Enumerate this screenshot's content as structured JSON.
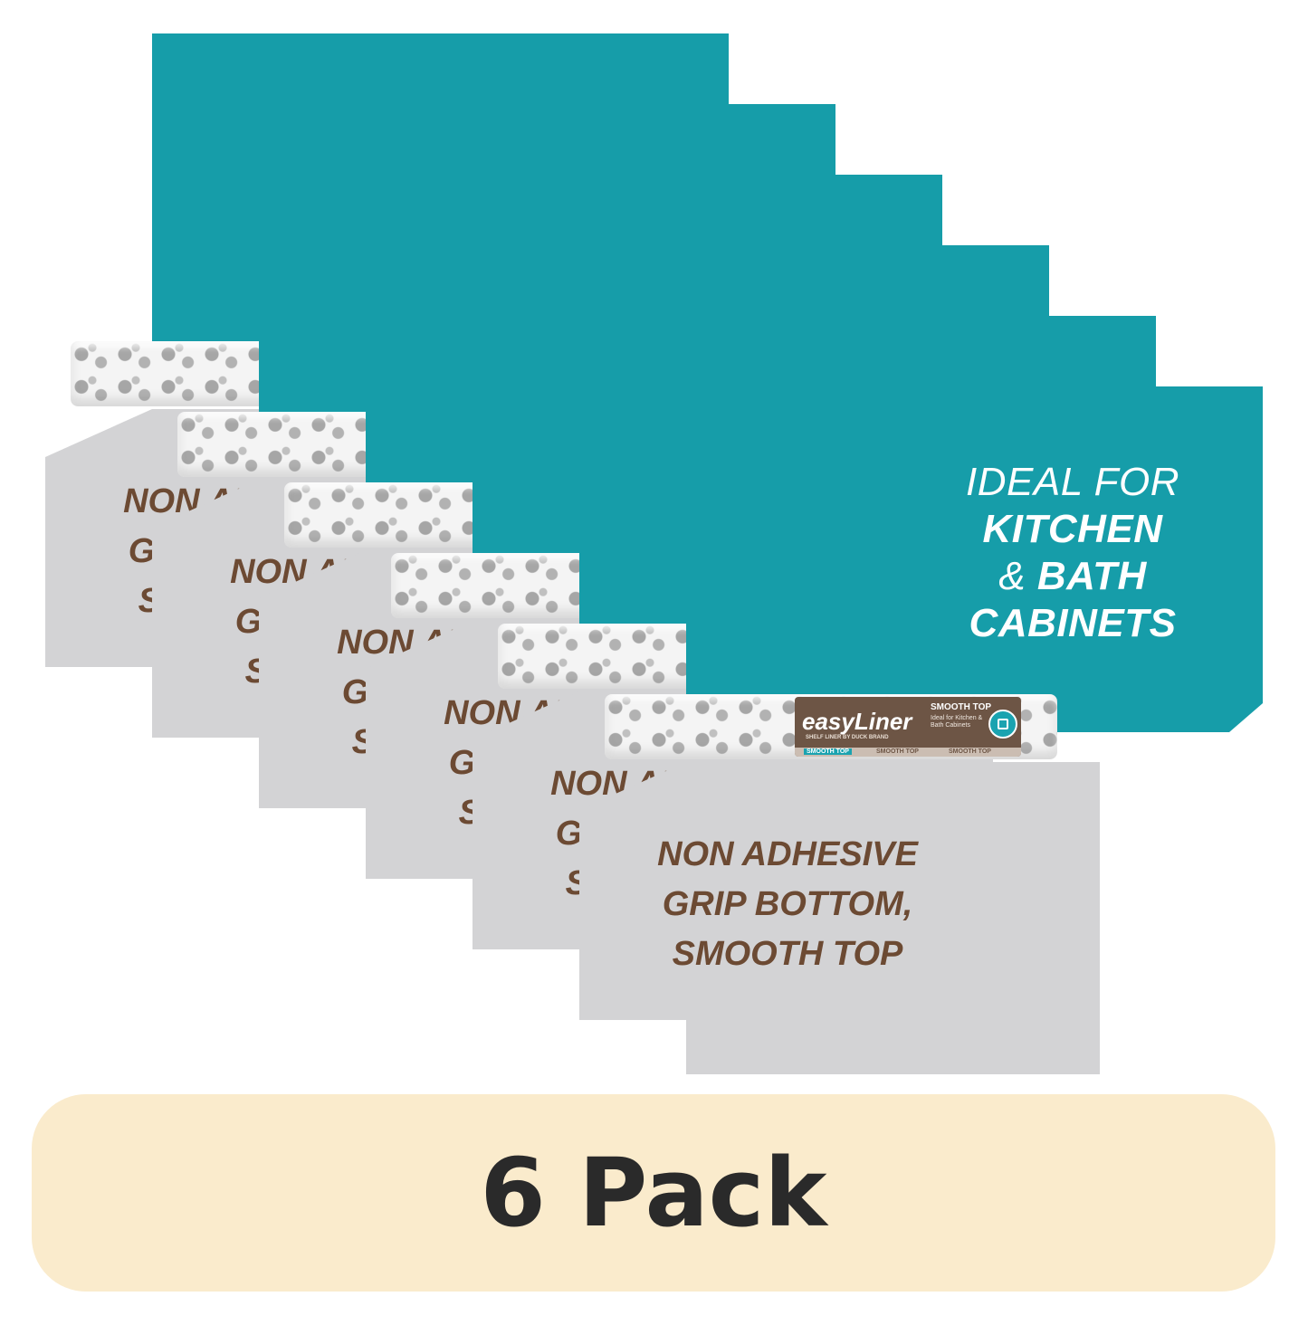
{
  "product": {
    "teal_line1": "IDEAL FOR",
    "teal_line2": "KITCHEN",
    "teal_line3_amp": "& ",
    "teal_line3_bold": "BATH",
    "teal_line4": "CABINETS",
    "gray_line1": "NON ADHESIVE",
    "gray_line2": "GRIP BOTTOM,",
    "gray_line3": "SMOOTH TOP",
    "label_brand": "easyLiner",
    "label_sub": "SHELF LINER BY DUCK BRAND",
    "label_product": "SMOOTH TOP",
    "label_ideal": "Ideal for Kitchen & Bath Cabinets",
    "strip_1": "SMOOTH TOP",
    "strip_2": "SMOOTH TOP",
    "strip_3": "SMOOTH TOP"
  },
  "pack_label": "6 Pack",
  "colors": {
    "teal": "#169da9",
    "gray": "#d3d3d5",
    "brown_text": "#6c4a33",
    "pack_bg": "#faebcc"
  },
  "icons": [
    "product-badge-icon"
  ]
}
